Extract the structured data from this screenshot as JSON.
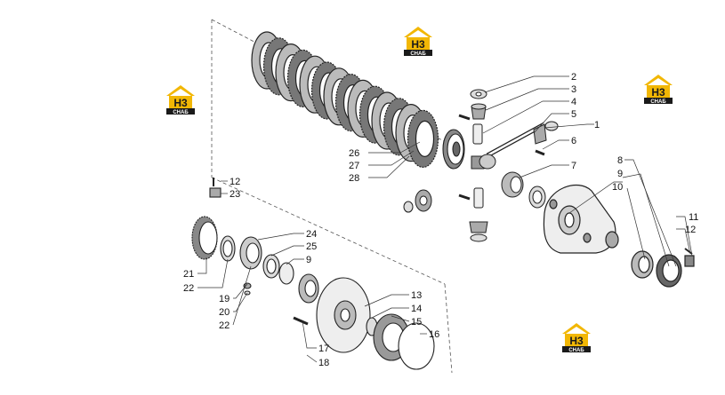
{
  "diagram": {
    "callouts": {
      "c1": "1",
      "c2": "2",
      "c3": "3",
      "c4": "4",
      "c5": "5",
      "c6": "6",
      "c7": "7",
      "c8": "8",
      "c9": "9",
      "c10": "10",
      "c11": "11",
      "c12": "12",
      "c12b": "12",
      "c23": "23",
      "c24": "24",
      "c25": "25",
      "c9b": "9",
      "c21": "21",
      "c22": "22",
      "c19": "19",
      "c20": "20",
      "c22b": "22",
      "c13": "13",
      "c14": "14",
      "c15": "15",
      "c16": "16",
      "c17": "17",
      "c18": "18",
      "c26": "26",
      "c27": "27",
      "c28": "28"
    },
    "watermark": {
      "logo_letters": "H3",
      "logo_caption": "СНАБ",
      "colors": {
        "roof": "#f2b705",
        "body": "#1a1a1a",
        "caption_bg": "#1a1a1a",
        "caption_fg": "#ffffff"
      }
    }
  }
}
